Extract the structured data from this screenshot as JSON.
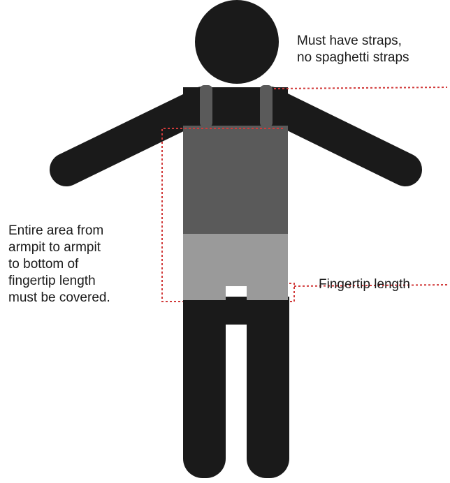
{
  "annotations": {
    "straps": {
      "lines": [
        "Must have straps,",
        "no spaghetti straps"
      ]
    },
    "coverage": {
      "lines": [
        "Entire area from",
        "armpit to armpit",
        "to bottom of",
        "fingertip length",
        "must be covered."
      ]
    },
    "fingertip": {
      "lines": [
        "Fingertip length"
      ]
    }
  },
  "colors": {
    "figure": "#1a1a1a",
    "top_garment": "#5a5a5a",
    "bottom_garment": "#9a9a9a",
    "guide_line": "#d13a3a"
  }
}
